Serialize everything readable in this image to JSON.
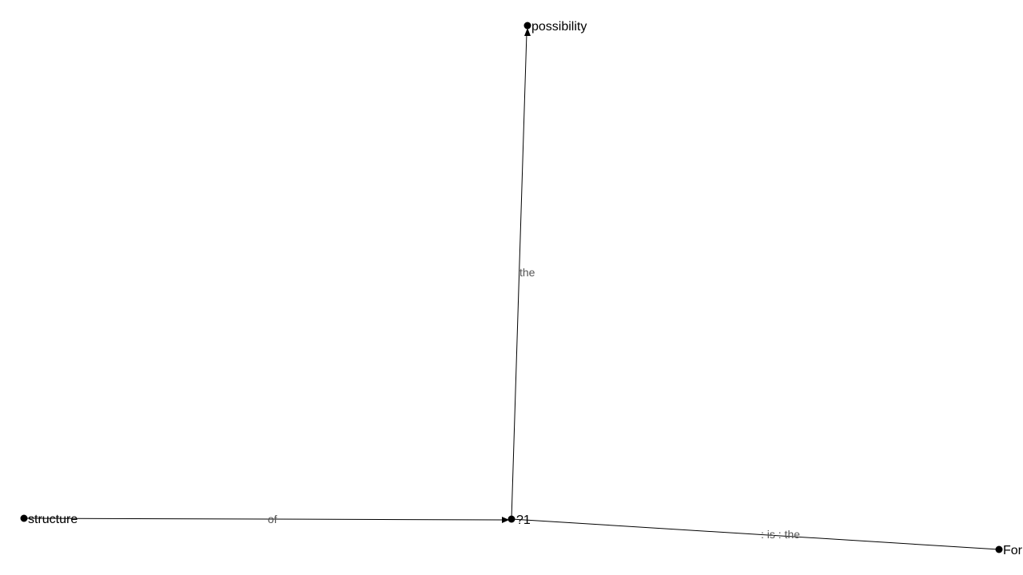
{
  "graph": {
    "nodes": [
      {
        "id": "possibility",
        "label": "possibility"
      },
      {
        "id": "structure",
        "label": "structure"
      },
      {
        "id": "n21",
        "label": "?1"
      },
      {
        "id": "form",
        "label": "For"
      }
    ],
    "edges": [
      {
        "id": "e-structure-n21",
        "from": "structure",
        "to": "n21",
        "label": "of",
        "arrow": true
      },
      {
        "id": "e-n21-possibility",
        "from": "n21",
        "to": "possibility",
        "label": "the",
        "arrow": true
      },
      {
        "id": "e-n21-form",
        "from": "n21",
        "to": "form",
        "label": ": is : the",
        "arrow": false
      }
    ]
  }
}
